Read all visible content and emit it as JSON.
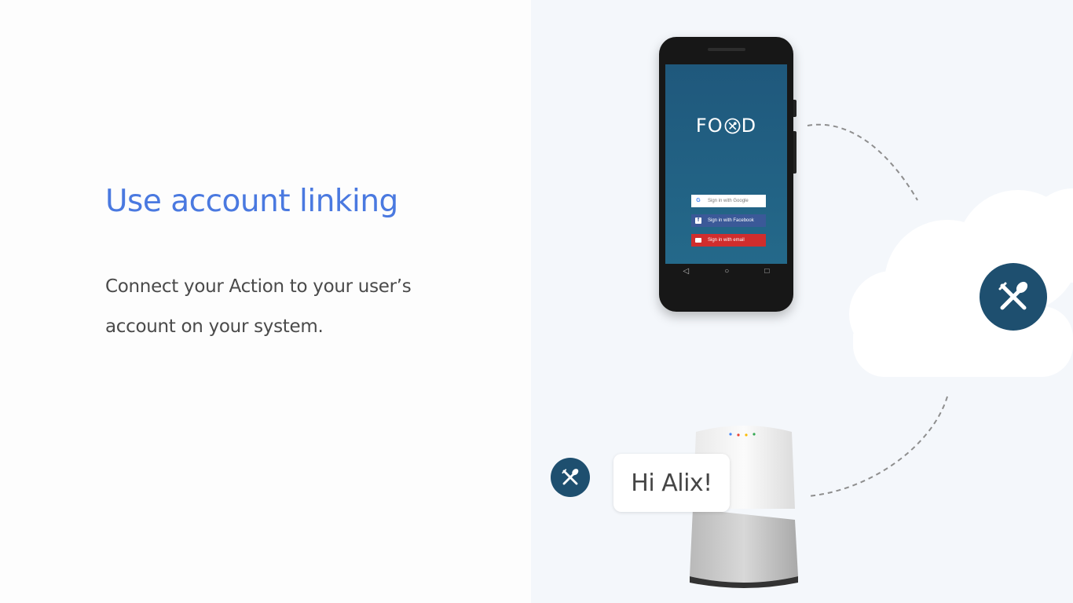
{
  "slide": {
    "title": "Use account linking",
    "description": "Connect your Action to your user’s account on your system."
  },
  "phone": {
    "app_name_parts": [
      "F",
      "O",
      "D"
    ],
    "buttons": {
      "google": "Sign in with Google",
      "facebook": "Sign in with Facebook",
      "email": "Sign in with email"
    },
    "nav": {
      "back": "◁",
      "home": "○",
      "recents": "□"
    }
  },
  "speaker": {
    "greeting": "Hi Alix!"
  },
  "icons": {
    "brand_badge": "fork-spoon-icon",
    "cloud": "cloud-icon"
  },
  "colors": {
    "title_blue": "#4a79e0",
    "app_teal": "#205b7c",
    "badge_navy": "#1e4f6f",
    "facebook_blue": "#3b5998",
    "email_red": "#d02d2d"
  }
}
